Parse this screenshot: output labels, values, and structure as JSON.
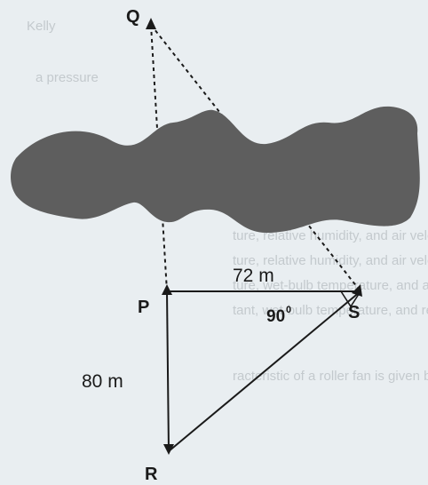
{
  "labels": {
    "Q": "Q",
    "P": "P",
    "S": "S",
    "R": "R",
    "dist_PS": "72 m",
    "dist_PR": "80 m",
    "angle_S": "90",
    "angle_S_degree": "0"
  },
  "background_bleed_text": [
    "Kelly",
    "a pressure",
    "ture, relative humidity, and air velocity",
    "ture, relative humidity, and air velocity",
    "ture, wet-bulb temperature, and air velocity",
    "tant, wet-bulb temperature, and relative humidity",
    "racteristic of a roller fan is given below"
  ],
  "colors": {
    "background": "#e9eef1",
    "obstacle": "#5e5e5e",
    "lines": "#1a1a1a",
    "bleed_text": "#7f878c"
  }
}
